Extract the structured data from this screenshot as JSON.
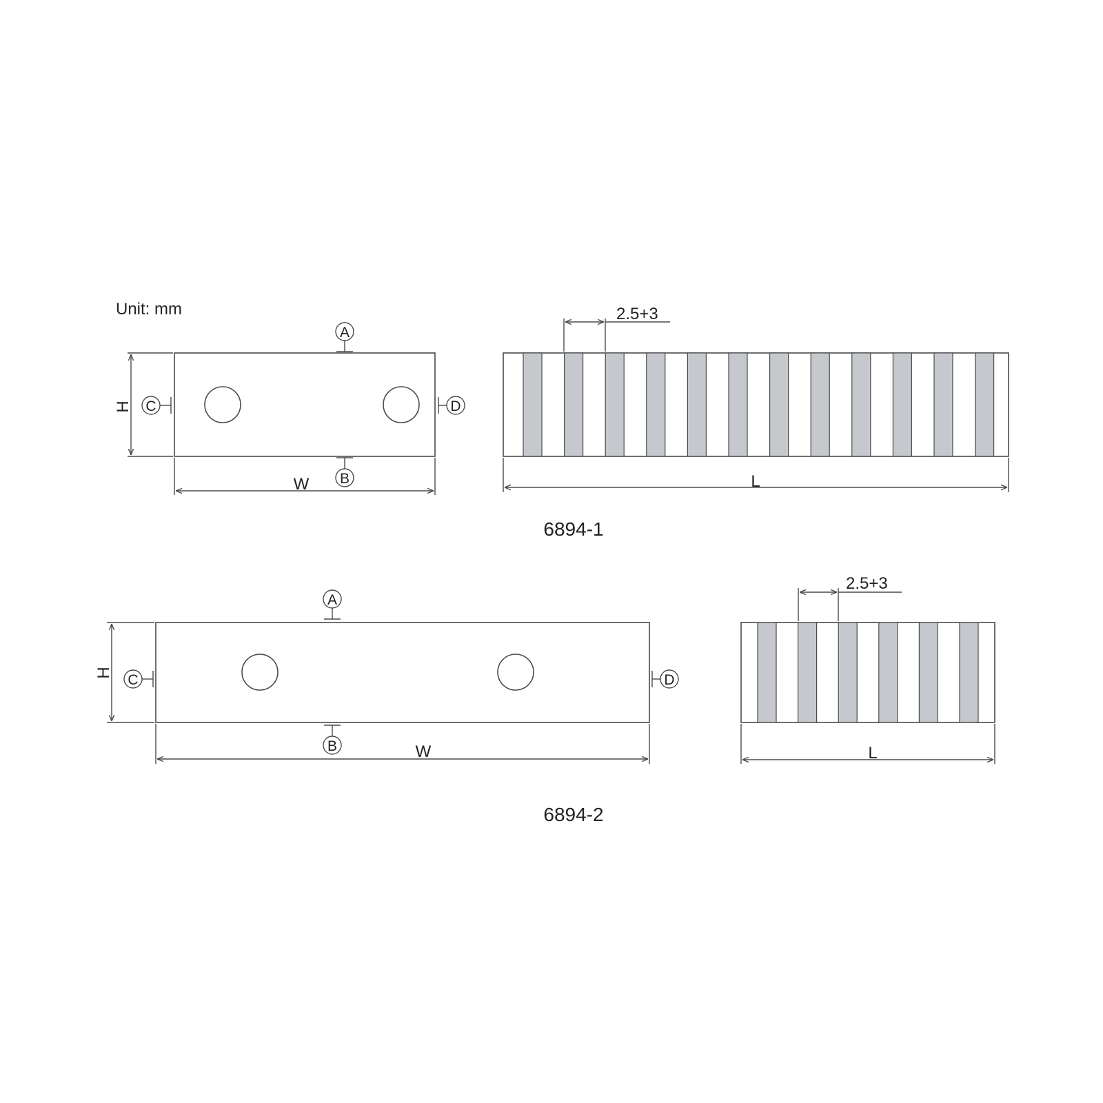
{
  "unit_label": "Unit: mm",
  "colors": {
    "stroke": "#4a4a4a",
    "stripe": "#c5c8cc",
    "text": "#222222",
    "background": "#ffffff"
  },
  "views": [
    {
      "model": "6894-1",
      "front": {
        "width_label": "W",
        "height_label": "H",
        "markers": {
          "top": "A",
          "bottom": "B",
          "left": "C",
          "right": "D"
        }
      },
      "side": {
        "length_label": "L",
        "pitch_label": "2.5+3",
        "stripe_count": 12
      }
    },
    {
      "model": "6894-2",
      "front": {
        "width_label": "W",
        "height_label": "H",
        "markers": {
          "top": "A",
          "bottom": "B",
          "left": "C",
          "right": "D"
        }
      },
      "side": {
        "length_label": "L",
        "pitch_label": "2.5+3",
        "stripe_count": 6
      }
    }
  ]
}
